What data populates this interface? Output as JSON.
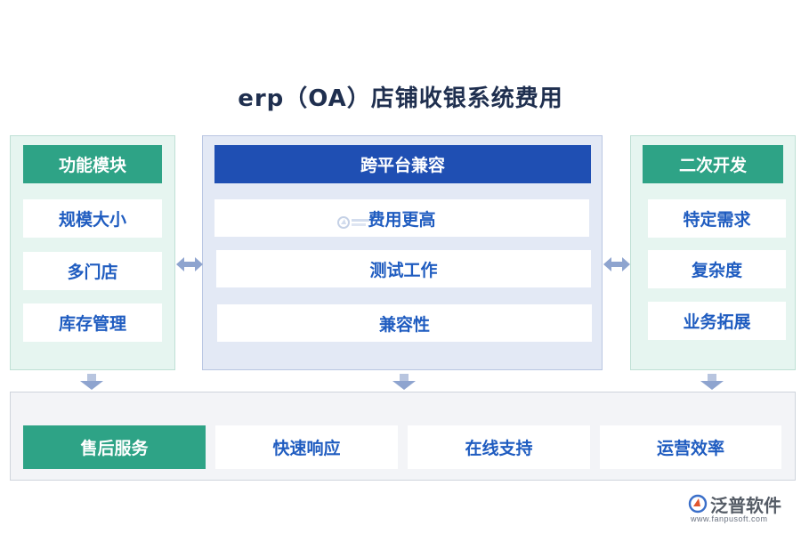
{
  "title": "erp（OA）店铺收银系统费用",
  "left": {
    "header": "功能模块",
    "items": [
      "规模大小",
      "多门店",
      "库存管理"
    ]
  },
  "center": {
    "header": "跨平台兼容",
    "items": [
      "费用更高",
      "测试工作",
      "兼容性"
    ]
  },
  "right": {
    "header": "二次开发",
    "items": [
      "特定需求",
      "复杂度",
      "业务拓展"
    ]
  },
  "bottom": {
    "header": "售后服务",
    "items": [
      "快速响应",
      "在线支持",
      "运营效率"
    ]
  },
  "brand": {
    "name": "泛普软件",
    "url": "www.fanpusoft.com"
  },
  "colors": {
    "green": "#2ea386",
    "blue": "#1f4fb3",
    "item_text": "#1f5cc0"
  }
}
